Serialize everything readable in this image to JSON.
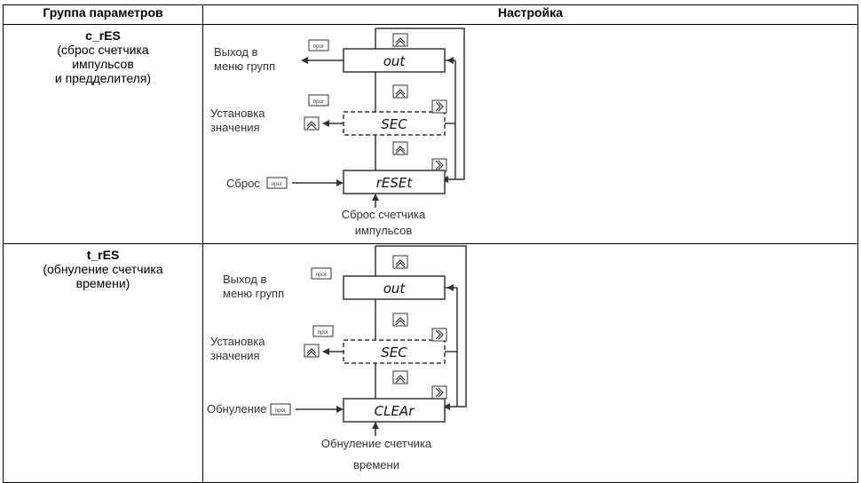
{
  "table": {
    "headers": [
      "Группа параметров",
      "Настройка"
    ],
    "rows": [
      {
        "group_name": "c_rES",
        "group_desc": "(сброс счетчика\nимпульсов\nи предделителя)",
        "diagram": {
          "exit_label": [
            "Выход в",
            "меню групп"
          ],
          "set_label": [
            "Установка",
            "значения"
          ],
          "action_label": "Сброс",
          "bottom_label": [
            "Сброс счетчика",
            "импульсов"
          ],
          "display_out": "out",
          "display_sec": "SEC",
          "display_action": "rESEt",
          "prog_key": "прог"
        }
      },
      {
        "group_name": "t_rES",
        "group_desc": "(обнуление счетчика\nвремени)",
        "diagram": {
          "exit_label": [
            "Выход в",
            "меню групп"
          ],
          "set_label": [
            "Установка",
            "значения"
          ],
          "action_label": "Обнуление",
          "bottom_label": [
            "Обнуление счетчика",
            "времени"
          ],
          "display_out": "out",
          "display_sec": "SEC",
          "display_action": "CLEAr",
          "prog_key": "прог"
        }
      }
    ]
  }
}
